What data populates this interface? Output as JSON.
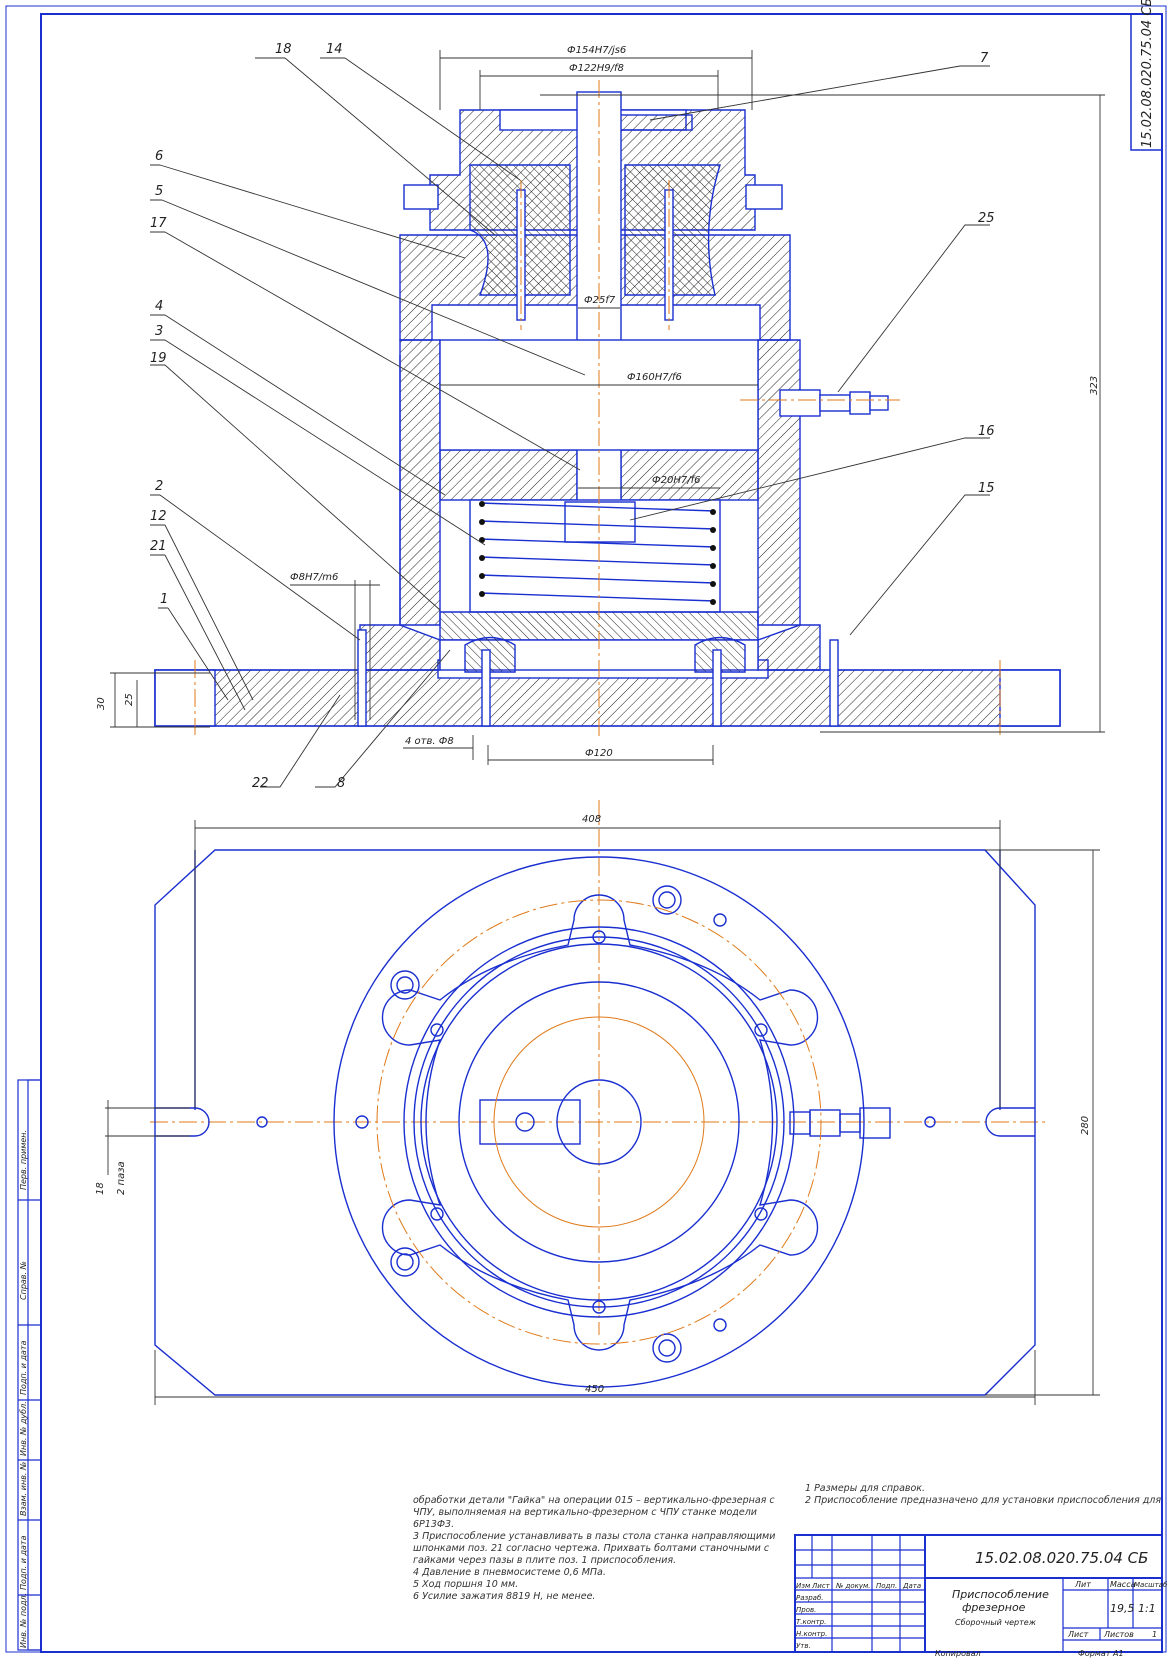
{
  "title_block": {
    "designation": "15.02.08.020.75.04 СБ",
    "name_line1": "Приспособление",
    "name_line2": "фрезерное",
    "doc_type": "Сборочный чертеж",
    "col_lit": "Лит",
    "col_mass": "Масса",
    "col_scale": "Масштаб",
    "mass": "19,5",
    "scale": "1:1",
    "sheet_label": "Лист",
    "sheets_label": "Листов",
    "sheets_count": "1",
    "row_izm": "Изм",
    "row_list": "Лист",
    "row_ndoc": "№ докум.",
    "row_podp": "Подп.",
    "row_date": "Дата",
    "row_razrab": "Разраб.",
    "row_prov": "Пров.",
    "row_tkontr": "Т.контр.",
    "row_nkontr": "Н.контр.",
    "row_utv": "Утв.",
    "copied": "Копировал",
    "format": "Формат   А1"
  },
  "corner_code": "15.02.08.020.75.04 СБ",
  "side_stamp": [
    "Перв. примен.",
    "Справ. №",
    "Подп. и дата",
    "Инв. № дубл.",
    "Взам. инв. №",
    "Подп. и дата",
    "Инв. № подл."
  ],
  "dimensions": {
    "d154": "Ф154H7/js6",
    "d122": "Ф122H9/f8",
    "d25": "Ф25f7",
    "d160": "Ф160H7/f6",
    "d20": "Ф20H7/f6",
    "d8": "Ф8H7/m6",
    "h323": "323",
    "h30": "30",
    "h25": "25",
    "holes": "4 отв. Ф8",
    "d120": "Ф120",
    "w408": "408",
    "h280": "280",
    "w450": "450",
    "slot18": "18",
    "slot_note": "2 паза"
  },
  "callouts": [
    "18",
    "14",
    "7",
    "6",
    "5",
    "17",
    "4",
    "3",
    "19",
    "2",
    "12",
    "21",
    "1",
    "22",
    "8",
    "25",
    "16",
    "15"
  ],
  "notes_left": [
    "обработки детали \"Гайка\" на операции 015 – вертикально-фрезерная с",
    "ЧПУ, выполняемая на вертикально-фрезерном с ЧПУ станке модели",
    "6Р13Ф3.",
    "3  Приспособление устанавливать в пазы стола станка направляющими",
    "шпонками поз. 21 согласно чертежа. Прихвать болтами станочными с",
    "гайками через пазы в плите поз. 1 приспособления.",
    "4  Давление в пневмосистеме 0,6 МПа.",
    "5  Ход поршня 10 мм.",
    "6  Усилие зажатия 8819 Н, не менее."
  ],
  "notes_right": [
    "1  Размеры для справок.",
    "2  Приспособление предназначено для установки приспособления для"
  ]
}
